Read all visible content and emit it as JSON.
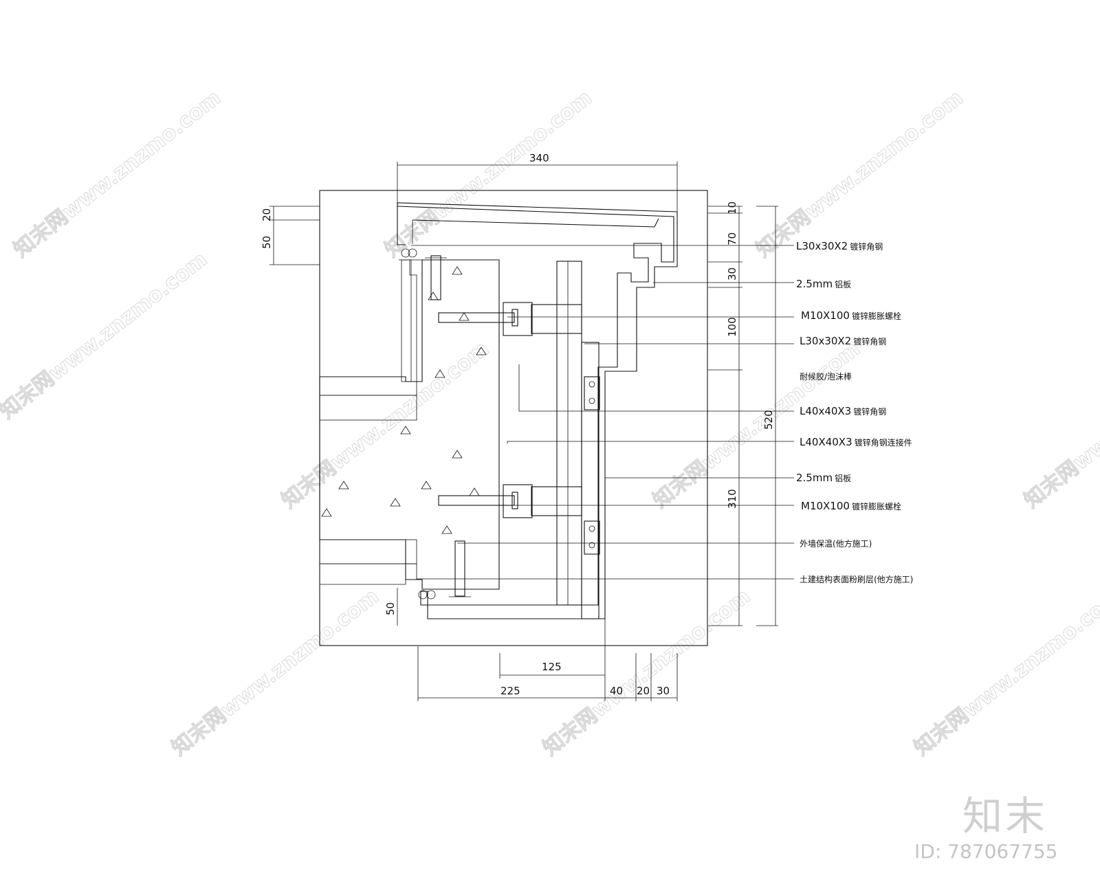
{
  "dimensions": {
    "top_width": "340",
    "left_20": "20",
    "left_50_top": "50",
    "left_50_bottom": "50",
    "right_10": "10",
    "right_70": "70",
    "right_30": "30",
    "right_100": "100",
    "right_310": "310",
    "right_520": "520",
    "bottom_125": "125",
    "bottom_225": "225",
    "bottom_40": "40",
    "bottom_20": "20",
    "bottom_30": "30"
  },
  "callouts": [
    {
      "code": "L30x30X2",
      "desc": "镀锌角钢"
    },
    {
      "code": "2.5mm",
      "desc": "铝板"
    },
    {
      "code": "M10X100",
      "desc": "镀锌膨胀螺栓"
    },
    {
      "code": "L30x30X2",
      "desc": "镀锌角钢"
    },
    {
      "code": "",
      "desc": "耐候胶/泡沫棒"
    },
    {
      "code": "L40x40X3",
      "desc": "镀锌角钢"
    },
    {
      "code": "L40X40X3",
      "desc": "镀锌角钢连接件"
    },
    {
      "code": "2.5mm",
      "desc": "铝板"
    },
    {
      "code": "M10X100",
      "desc": "镀锌膨胀螺栓"
    },
    {
      "code": "",
      "desc": "外墙保温(他方施工)"
    },
    {
      "code": "",
      "desc": "土建结构表面粉刷层(他方施工)"
    }
  ],
  "watermark": {
    "text": "知末网www.znzmo.com",
    "logo": "知末",
    "id": "ID: 787067755"
  }
}
